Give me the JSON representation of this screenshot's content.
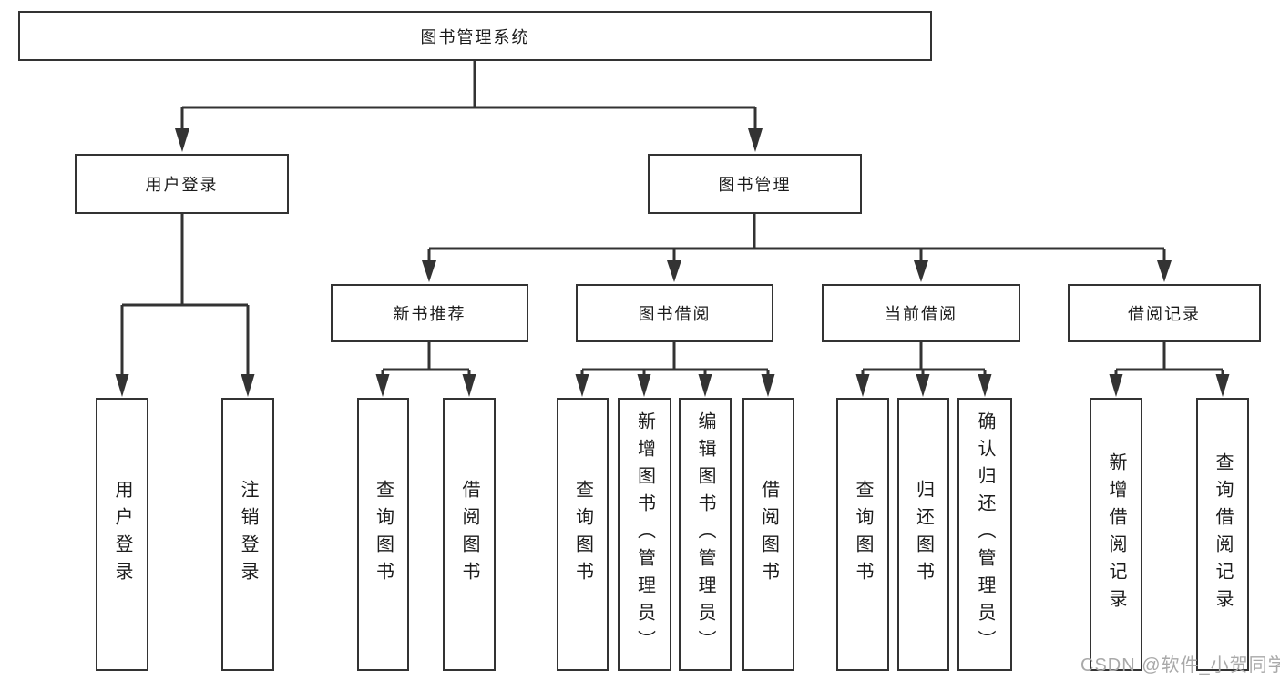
{
  "root": {
    "label": "图书管理系统",
    "children": [
      {
        "label": "用户登录",
        "children": [
          {
            "label": "用户登录"
          },
          {
            "label": "注销登录"
          }
        ]
      },
      {
        "label": "图书管理",
        "children": [
          {
            "label": "新书推荐",
            "children": [
              {
                "label": "查询图书"
              },
              {
                "label": "借阅图书"
              }
            ]
          },
          {
            "label": "图书借阅",
            "children": [
              {
                "label": "查询图书"
              },
              {
                "label": "新增图书（管理员）"
              },
              {
                "label": "编辑图书（管理员）"
              },
              {
                "label": "借阅图书"
              }
            ]
          },
          {
            "label": "当前借阅",
            "children": [
              {
                "label": "查询图书"
              },
              {
                "label": "归还图书"
              },
              {
                "label": "确认归还（管理员）"
              }
            ]
          },
          {
            "label": "借阅记录",
            "children": [
              {
                "label": "新增借阅记录"
              },
              {
                "label": "查询借阅记录"
              }
            ]
          }
        ]
      }
    ]
  },
  "watermark": {
    "text": "CSDN @软件_小贺同学"
  },
  "colors": {
    "line": "#333333",
    "border": "#333333",
    "text": "#1c1c1c",
    "watermark": "#a9a9a9",
    "background": "#ffffff"
  }
}
